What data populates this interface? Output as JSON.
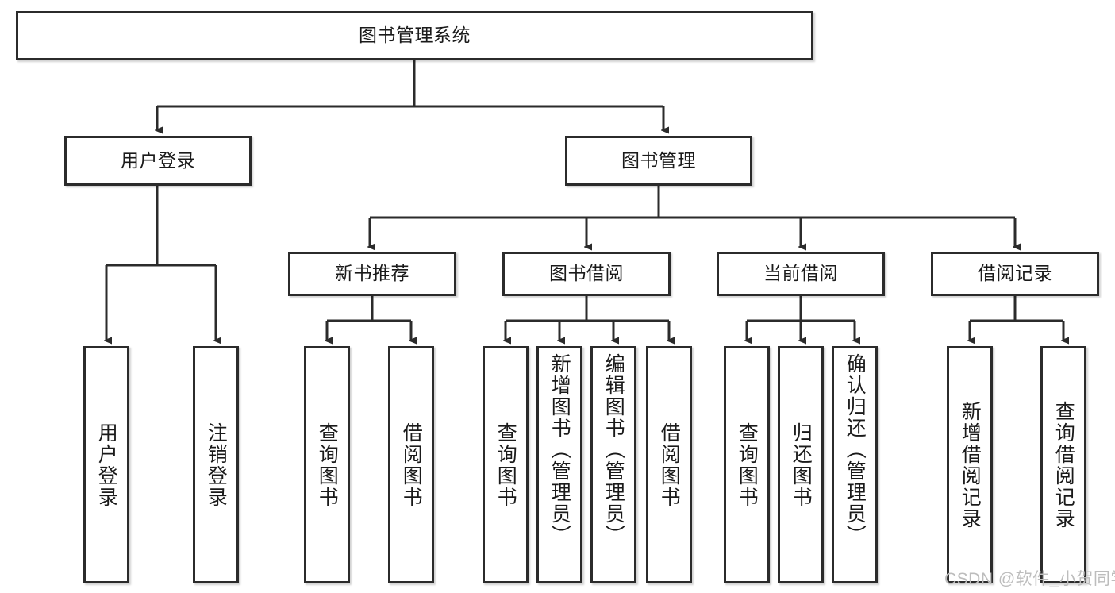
{
  "diagram": {
    "type": "tree-hierarchy-chart",
    "title": "图书管理系统",
    "watermark": "CSDN @软件_小贺同学",
    "colors": {
      "stroke": "#2b2b2b",
      "fill": "#ffffff",
      "text": "#1a1a1a",
      "watermark": "#bdbdbd"
    },
    "root": {
      "label": "图书管理系统"
    },
    "level2": [
      {
        "label": "用户登录"
      },
      {
        "label": "图书管理"
      }
    ],
    "level3": [
      {
        "label": "新书推荐"
      },
      {
        "label": "图书借阅"
      },
      {
        "label": "当前借阅"
      },
      {
        "label": "借阅记录"
      }
    ],
    "leaves": {
      "user_login": [
        {
          "label": "用户登录"
        },
        {
          "label": "注销登录"
        }
      ],
      "new_books": [
        {
          "label": "查询图书"
        },
        {
          "label": "借阅图书"
        }
      ],
      "book_borrow": [
        {
          "label": "查询图书"
        },
        {
          "label": "新增图书（管理员）"
        },
        {
          "label": "编辑图书（管理员）"
        },
        {
          "label": "借阅图书"
        }
      ],
      "current_borrow": [
        {
          "label": "查询图书"
        },
        {
          "label": "归还图书"
        },
        {
          "label": "确认归还（管理员）"
        }
      ],
      "borrow_record": [
        {
          "label": "新增借阅记录"
        },
        {
          "label": "查询借阅记录"
        }
      ]
    }
  }
}
